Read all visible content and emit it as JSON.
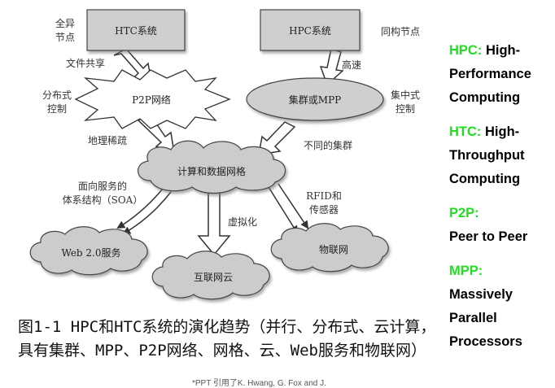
{
  "nodes": {
    "htc": "HTC系统",
    "hpc": "HPC系统",
    "p2p": "P2P网络",
    "cluster": "集群或MPP",
    "grid": "计算和数据网格",
    "web": "Web 2.0服务",
    "cloud": "互联网云",
    "iot": "物联网"
  },
  "labels": {
    "heterogeneous_1": "全异",
    "heterogeneous_2": "节点",
    "homogeneous": "同构节点",
    "file_sharing": "文件共享",
    "high_speed": "高速",
    "distributed_1": "分布式",
    "distributed_2": "控制",
    "centralized_1": "集中式",
    "centralized_2": "控制",
    "geo_sparse": "地理稀疏",
    "diff_clusters": "不同的集群",
    "soa_1": "面向服务的",
    "soa_2": "体系结构（SOA）",
    "virtualization": "虚拟化",
    "rfid_1": "RFID和",
    "rfid_2": "传感器"
  },
  "legend": [
    {
      "abbr": "HPC:",
      "text_lines": [
        "High-",
        "Performance",
        "Computing"
      ]
    },
    {
      "abbr": "HTC:",
      "text_lines": [
        "High-",
        "Throughput",
        "Computing"
      ]
    },
    {
      "abbr": "P2P:",
      "text_lines": [
        "Peer to Peer"
      ]
    },
    {
      "abbr": "MPP:",
      "text_lines": [
        "Massively",
        "Parallel",
        "Processors"
      ]
    }
  ],
  "caption": "图1-1 HPC和HTC系统的演化趋势（并行、分布式、云计算，具有集群、MPP、P2P网络、网格、云、Web服务和物联网）",
  "footnote": "*PPT 引用了K. Hwang, G. Fox and J.",
  "colors": {
    "legend_accent": "#22dd22",
    "box_fill": "#cfcfcf",
    "cloud_fill": "#cccccc"
  }
}
